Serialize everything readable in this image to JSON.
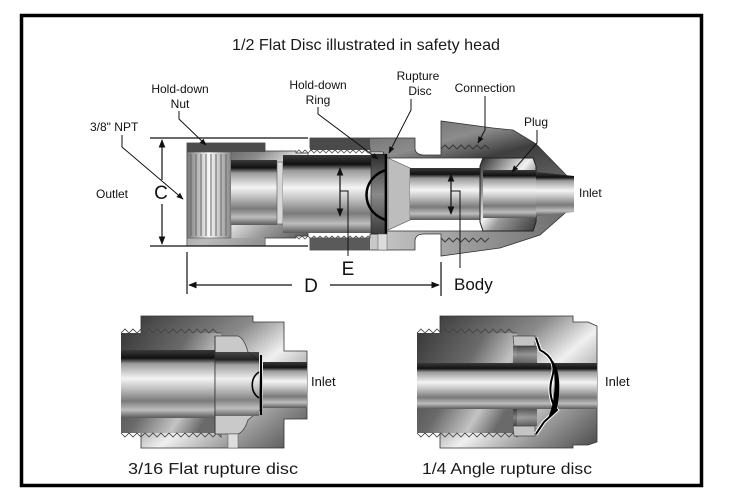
{
  "figure": {
    "title": "1/2 Flat Disc illustrated in safety head",
    "colors": {
      "frame": "#000000",
      "background": "#ffffff",
      "metal_dark": "#4a4a4a",
      "metal_light": "#e8e8e8",
      "text": "#111111"
    }
  },
  "main_assembly": {
    "labels": {
      "hold_down_nut_line1": "Hold-down",
      "hold_down_nut_line2": "Nut",
      "hold_down_ring_line1": "Hold-down",
      "hold_down_ring_line2": "Ring",
      "rupture_disc_line1": "Rupture",
      "rupture_disc_line2": "Disc",
      "connection": "Connection",
      "plug": "Plug",
      "npt": "3/8\" NPT",
      "outlet": "Outlet",
      "inlet": "Inlet",
      "body": "Body"
    },
    "dimensions": {
      "c": "C",
      "d": "D",
      "e": "E"
    }
  },
  "detail_left": {
    "caption": "3/16 Flat rupture disc",
    "inlet": "Inlet"
  },
  "detail_right": {
    "caption": "1/4 Angle rupture disc",
    "inlet": "Inlet"
  }
}
